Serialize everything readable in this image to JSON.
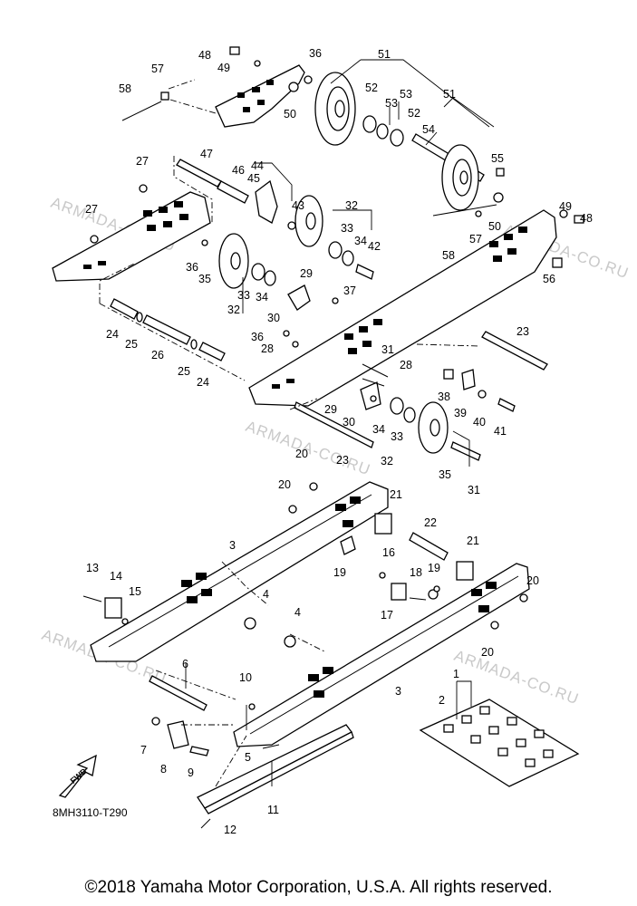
{
  "diagram": {
    "code": "8MH3110-T290",
    "fwd_label": "FWD",
    "watermark": "ARMADA-CO.RU",
    "callouts": [
      {
        "id": "c1",
        "text": "1"
      },
      {
        "id": "c2",
        "text": "2"
      },
      {
        "id": "c3a",
        "text": "3"
      },
      {
        "id": "c3b",
        "text": "3"
      },
      {
        "id": "c4a",
        "text": "4"
      },
      {
        "id": "c4b",
        "text": "4"
      },
      {
        "id": "c5",
        "text": "5"
      },
      {
        "id": "c6",
        "text": "6"
      },
      {
        "id": "c7",
        "text": "7"
      },
      {
        "id": "c8",
        "text": "8"
      },
      {
        "id": "c9",
        "text": "9"
      },
      {
        "id": "c10",
        "text": "10"
      },
      {
        "id": "c11",
        "text": "11"
      },
      {
        "id": "c12",
        "text": "12"
      },
      {
        "id": "c13",
        "text": "13"
      },
      {
        "id": "c14",
        "text": "14"
      },
      {
        "id": "c15",
        "text": "15"
      },
      {
        "id": "c16",
        "text": "16"
      },
      {
        "id": "c17",
        "text": "17"
      },
      {
        "id": "c18",
        "text": "18"
      },
      {
        "id": "c19a",
        "text": "19"
      },
      {
        "id": "c19b",
        "text": "19"
      },
      {
        "id": "c20a",
        "text": "20"
      },
      {
        "id": "c20b",
        "text": "20"
      },
      {
        "id": "c20c",
        "text": "20"
      },
      {
        "id": "c20d",
        "text": "20"
      },
      {
        "id": "c21a",
        "text": "21"
      },
      {
        "id": "c21b",
        "text": "21"
      },
      {
        "id": "c22",
        "text": "22"
      },
      {
        "id": "c23a",
        "text": "23"
      },
      {
        "id": "c23b",
        "text": "23"
      },
      {
        "id": "c24a",
        "text": "24"
      },
      {
        "id": "c24b",
        "text": "24"
      },
      {
        "id": "c25a",
        "text": "25"
      },
      {
        "id": "c25b",
        "text": "25"
      },
      {
        "id": "c26",
        "text": "26"
      },
      {
        "id": "c27a",
        "text": "27"
      },
      {
        "id": "c27b",
        "text": "27"
      },
      {
        "id": "c28a",
        "text": "28"
      },
      {
        "id": "c28b",
        "text": "28"
      },
      {
        "id": "c29a",
        "text": "29"
      },
      {
        "id": "c29b",
        "text": "29"
      },
      {
        "id": "c30a",
        "text": "30"
      },
      {
        "id": "c30b",
        "text": "30"
      },
      {
        "id": "c31a",
        "text": "31"
      },
      {
        "id": "c31b",
        "text": "31"
      },
      {
        "id": "c32a",
        "text": "32"
      },
      {
        "id": "c32b",
        "text": "32"
      },
      {
        "id": "c32c",
        "text": "32"
      },
      {
        "id": "c33a",
        "text": "33"
      },
      {
        "id": "c33b",
        "text": "33"
      },
      {
        "id": "c33c",
        "text": "33"
      },
      {
        "id": "c34a",
        "text": "34"
      },
      {
        "id": "c34b",
        "text": "34"
      },
      {
        "id": "c34c",
        "text": "34"
      },
      {
        "id": "c35a",
        "text": "35"
      },
      {
        "id": "c35b",
        "text": "35"
      },
      {
        "id": "c36a",
        "text": "36"
      },
      {
        "id": "c36b",
        "text": "36"
      },
      {
        "id": "c36c",
        "text": "36"
      },
      {
        "id": "c37",
        "text": "37"
      },
      {
        "id": "c38",
        "text": "38"
      },
      {
        "id": "c39",
        "text": "39"
      },
      {
        "id": "c40",
        "text": "40"
      },
      {
        "id": "c41",
        "text": "41"
      },
      {
        "id": "c42",
        "text": "42"
      },
      {
        "id": "c43",
        "text": "43"
      },
      {
        "id": "c44",
        "text": "44"
      },
      {
        "id": "c45",
        "text": "45"
      },
      {
        "id": "c46",
        "text": "46"
      },
      {
        "id": "c47",
        "text": "47"
      },
      {
        "id": "c48a",
        "text": "48"
      },
      {
        "id": "c48b",
        "text": "48"
      },
      {
        "id": "c49a",
        "text": "49"
      },
      {
        "id": "c49b",
        "text": "49"
      },
      {
        "id": "c50a",
        "text": "50"
      },
      {
        "id": "c50b",
        "text": "50"
      },
      {
        "id": "c51a",
        "text": "51"
      },
      {
        "id": "c51b",
        "text": "51"
      },
      {
        "id": "c52a",
        "text": "52"
      },
      {
        "id": "c52b",
        "text": "52"
      },
      {
        "id": "c53a",
        "text": "53"
      },
      {
        "id": "c53b",
        "text": "53"
      },
      {
        "id": "c54",
        "text": "54"
      },
      {
        "id": "c55",
        "text": "55"
      },
      {
        "id": "c56",
        "text": "56"
      },
      {
        "id": "c57a",
        "text": "57"
      },
      {
        "id": "c57b",
        "text": "57"
      },
      {
        "id": "c58a",
        "text": "58"
      },
      {
        "id": "c58b",
        "text": "58"
      }
    ]
  },
  "footer": {
    "copyright": "©2018 Yamaha Motor Corporation, U.S.A. All rights reserved."
  }
}
